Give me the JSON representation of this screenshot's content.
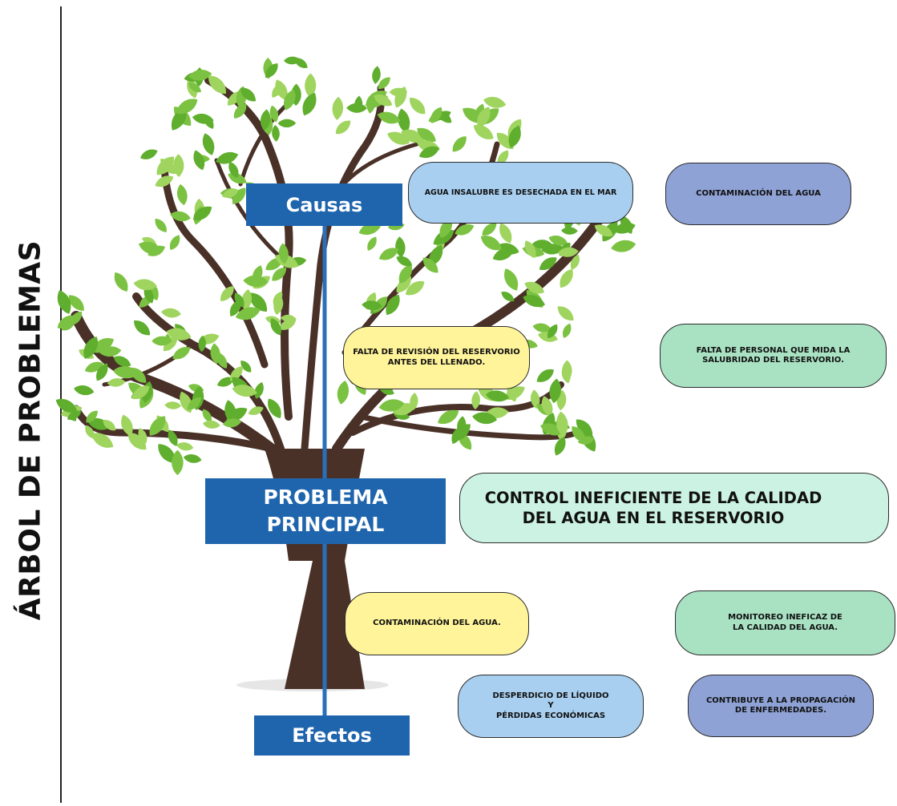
{
  "title": "ÁRBOL DE PROBLEMAS",
  "labels": {
    "causas": "Causas",
    "problema_principal": "PROBLEMA\nPRINCIPAL",
    "efectos": "Efectos"
  },
  "causes": [
    "AGUA INSALUBRE ES DESECHADA EN EL MAR",
    "CONTAMINACIÓN DEL AGUA",
    "FALTA DE REVISIÓN DEL RESERVORIO\nANTES DEL LLENADO.",
    "FALTA DE PERSONAL QUE MIDA LA\nSALUBRIDAD DEL RESERVORIO."
  ],
  "main_problem": "CONTROL INEFICIENTE DE LA CALIDAD\nDEL AGUA EN EL RESERVORIO",
  "effects": [
    "CONTAMINACIÓN DEL AGUA.",
    "MONITOREO INEFICAZ DE\nLA CALIDAD DEL AGUA.",
    "DESPERDICIO DE LÍQUIDO\nY\nPÉRDIDAS ECONÓMICAS",
    "CONTRIBUYE A LA PROPAGACIÓN\nDE ENFERMEDADES."
  ],
  "colors": {
    "label_box": "#1f65ad",
    "trunk": "#4a3128",
    "leaf": "#7cc242",
    "stem": "#2a6fb8"
  }
}
